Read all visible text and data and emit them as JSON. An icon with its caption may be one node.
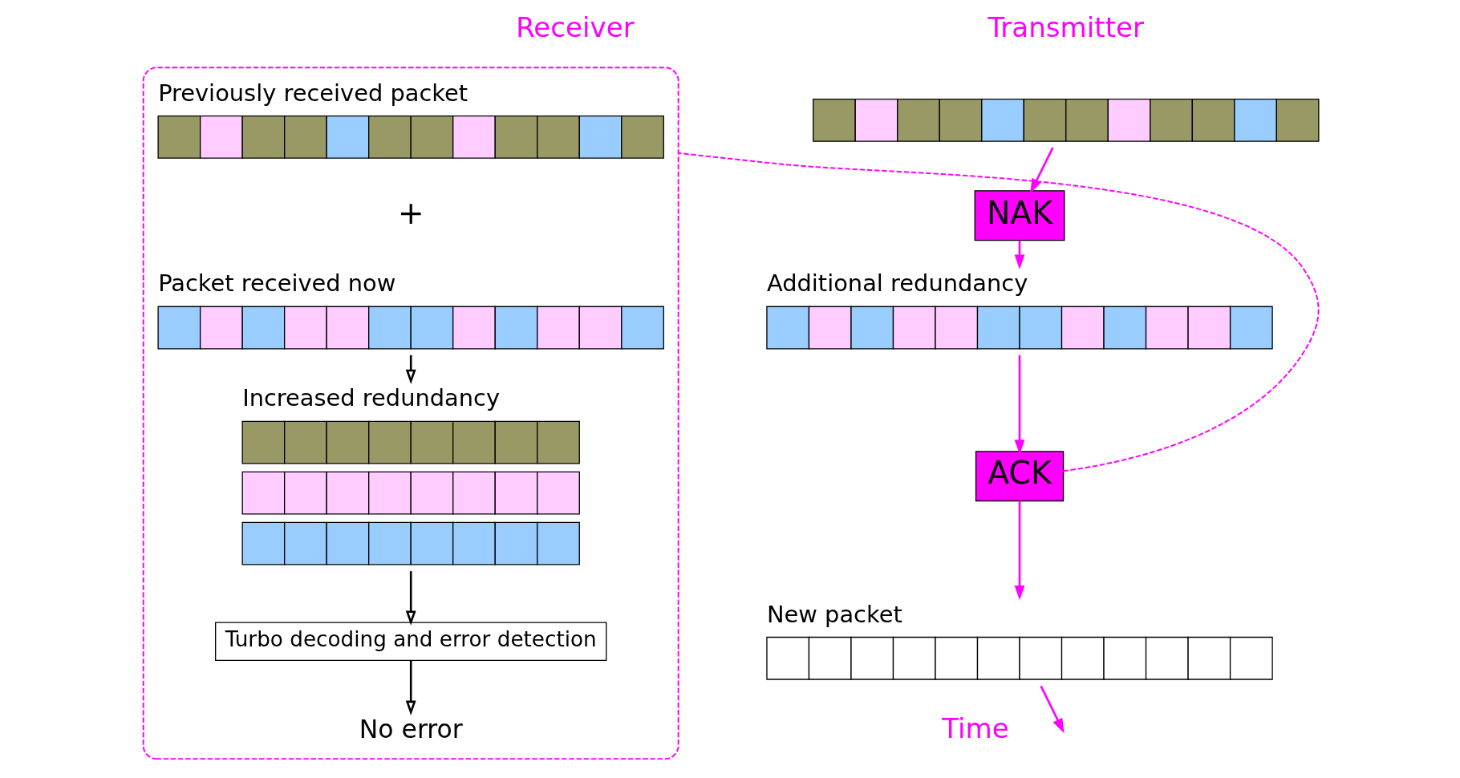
{
  "diagram": {
    "nodes": [
      {
        "text": [],
        "shape": "bar"
      },
      {
        "text": [
          "NAK"
        ]
      },
      {
        "text": [
          "Additional redundancy"
        ]
      },
      {
        "text": [
          "ACK"
        ]
      },
      {
        "text": [
          "New packet"
        ]
      },
      {
        "text": [],
        "shape": "box"
      },
      {
        "text": [
          "Previously received packet"
        ],
        "in": 5
      },
      {
        "text": [
          "Packet received now"
        ],
        "in": 5
      },
      {
        "text": [
          "Increased redundancy"
        ],
        "in": 5
      },
      {
        "text": [
          "Turbo decoding and error detection"
        ],
        "in": 5
      },
      {
        "text": [
          "No error"
        ],
        "in": 5
      }
    ],
    "edges": [
      {
        "from": 0,
        "to": 1,
        "arrow": "to"
      },
      {
        "from": 1,
        "to": 2,
        "arrow": "to"
      },
      {
        "from": 2,
        "to": 3,
        "arrow": "to"
      },
      {
        "from": 3,
        "to": 4,
        "arrow": "to"
      },
      {
        "from": 4,
        "to": null,
        "arrow": "to"
      },
      {
        "from": 3,
        "to": 5,
        "arrow": "none",
        "style": "dashed"
      },
      {
        "from": 7,
        "to": 8,
        "arrow": "to",
        "color": "#000000"
      },
      {
        "from": 8,
        "to": 9,
        "arrow": "to",
        "color": "#000000"
      },
      {
        "from": 9,
        "to": 10,
        "arrow": "to",
        "color": "#000000"
      }
    ],
    "labels": [
      "Transmitter",
      "Receiver",
      "+",
      "Time"
    ]
  }
}
